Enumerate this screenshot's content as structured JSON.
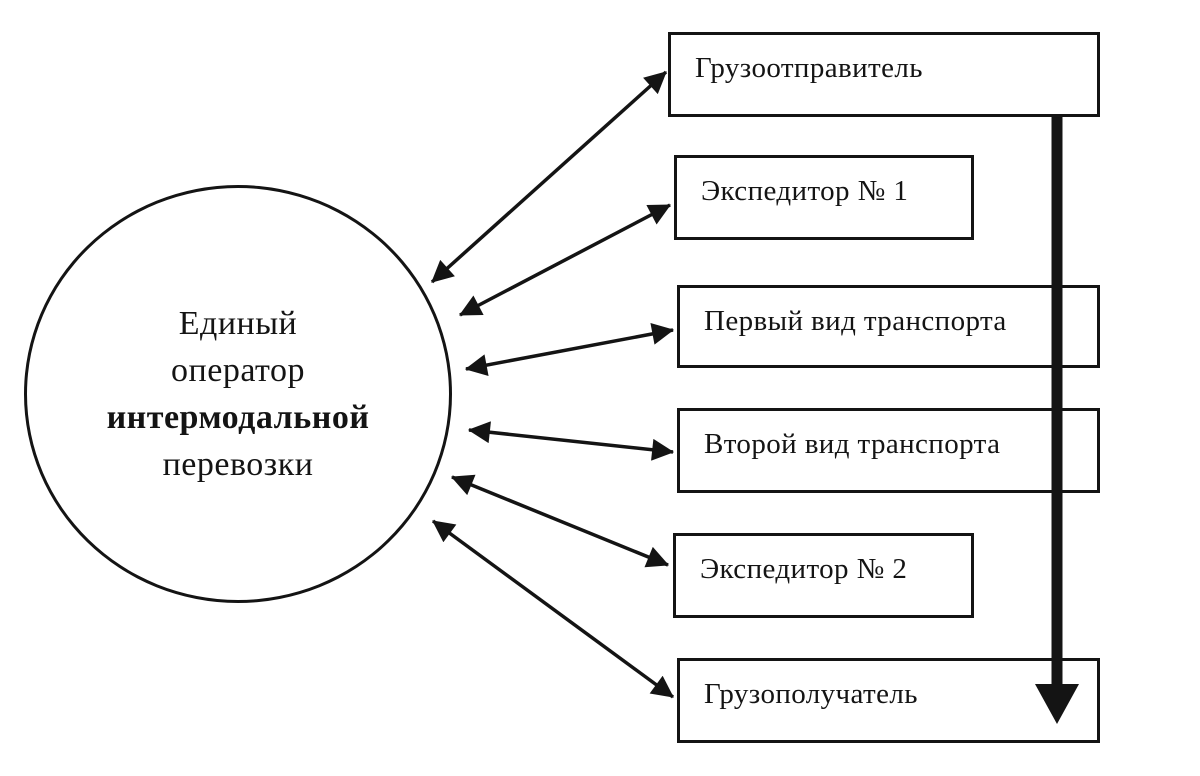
{
  "diagram": {
    "center_node": {
      "label": "Единый оператор интермодальной перевозки",
      "lines": [
        "Единый",
        "оператор",
        "интермодальной",
        "перевозки"
      ]
    },
    "nodes": [
      {
        "id": "shipper",
        "label": "Грузоотправитель"
      },
      {
        "id": "forwarder-1",
        "label": "Экспедитор № 1"
      },
      {
        "id": "transport-1",
        "label": "Первый вид транспорта"
      },
      {
        "id": "transport-2",
        "label": "Второй вид транспорта"
      },
      {
        "id": "forwarder-2",
        "label": "Экспедитор № 2"
      },
      {
        "id": "consignee",
        "label": "Грузополучатель"
      }
    ],
    "edges": [
      {
        "from": "Единый оператор интермодальной перевозки",
        "to": "Грузоотправитель",
        "type": "bidirectional"
      },
      {
        "from": "Единый оператор интермодальной перевозки",
        "to": "Экспедитор № 1",
        "type": "bidirectional"
      },
      {
        "from": "Единый оператор интермодальной перевозки",
        "to": "Первый вид транспорта",
        "type": "bidirectional"
      },
      {
        "from": "Единый оператор интермодальной перевозки",
        "to": "Второй вид транспорта",
        "type": "bidirectional"
      },
      {
        "from": "Единый оператор интермодальной перевозки",
        "to": "Экспедитор № 2",
        "type": "bidirectional"
      },
      {
        "from": "Единый оператор интермодальной перевозки",
        "to": "Грузополучатель",
        "type": "bidirectional"
      }
    ],
    "flow_arrow": {
      "from": "Грузоотправитель",
      "to": "Грузополучатель",
      "direction": "down"
    },
    "colors": {
      "ink": "#141414",
      "background": "#ffffff"
    }
  }
}
